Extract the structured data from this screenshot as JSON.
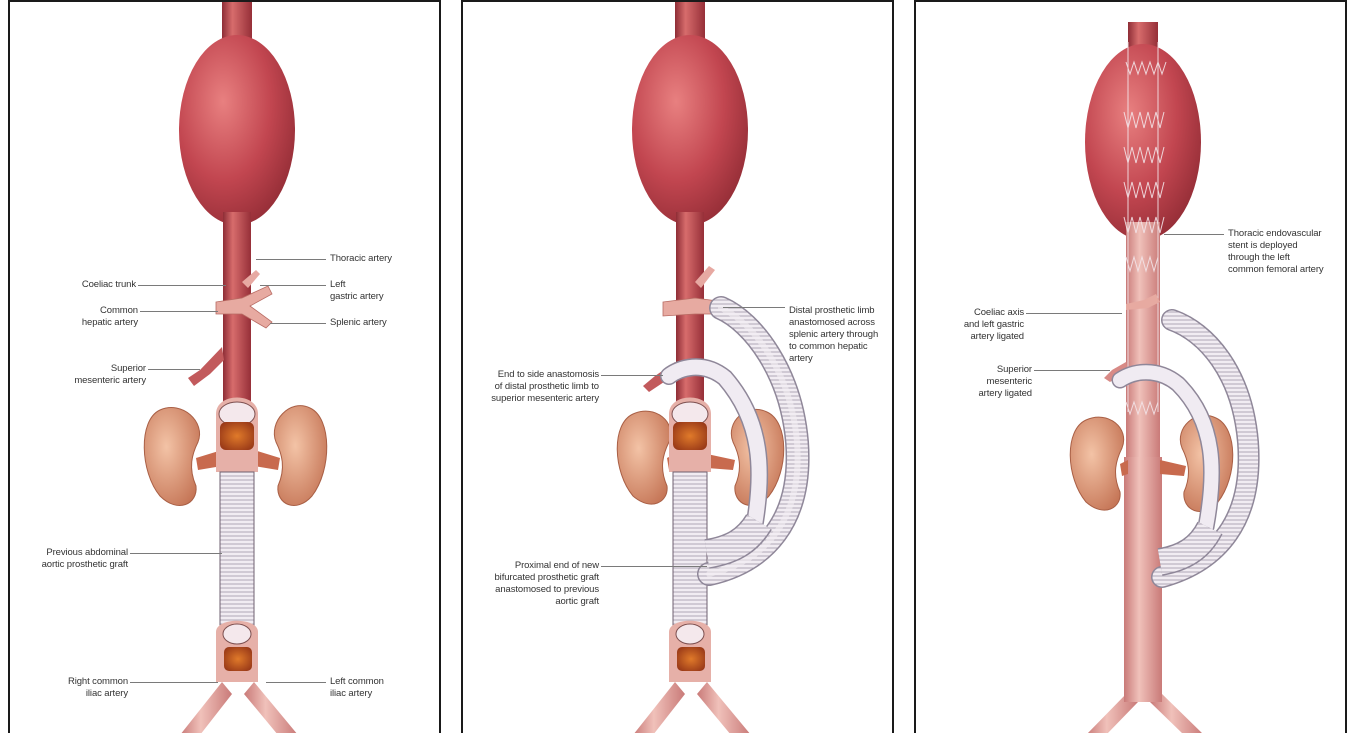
{
  "panels": [
    {
      "labels": {
        "thoracic_artery": "Thoracic artery",
        "coeliac_trunk": "Coeliac trunk",
        "left_gastric_artery": "Left\ngastric artery",
        "common_hepatic_artery": "Common\nhepatic artery",
        "splenic_artery": "Splenic artery",
        "superior_mesenteric_artery": "Superior\nmesenteric artery",
        "previous_graft": "Previous abdominal\naortic prosthetic graft",
        "right_common_iliac": "Right common\niliac artery",
        "left_common_iliac": "Left common\niliac artery"
      }
    },
    {
      "labels": {
        "distal_limb": "Distal prosthetic limb\nanastomosed across\nsplenic artery through\nto common hepatic\nartery",
        "end_to_side": "End to side anastomosis\nof distal prosthetic limb to\nsuperior mesenteric artery",
        "proximal_end": "Proximal end of new\nbifurcated prosthetic graft\nanastomosed to previous\naortic graft"
      }
    },
    {
      "labels": {
        "stent": "Thoracic endovascular\nstent is deployed\nthrough the left\ncommon femoral artery",
        "coeliac_ligated": "Coeliac axis\nand left gastric\nartery ligated",
        "sma_ligated": "Superior\nmesenteric\nartery ligated"
      }
    }
  ],
  "colors": {
    "aorta": "#b83f48",
    "aneurysm": "#c24650",
    "aorta_light": "#e3a4a0",
    "kidney": "#d9906f",
    "graft": "#ede4ee",
    "graft_stroke": "#8f8799",
    "lumen": "#c8561f"
  }
}
